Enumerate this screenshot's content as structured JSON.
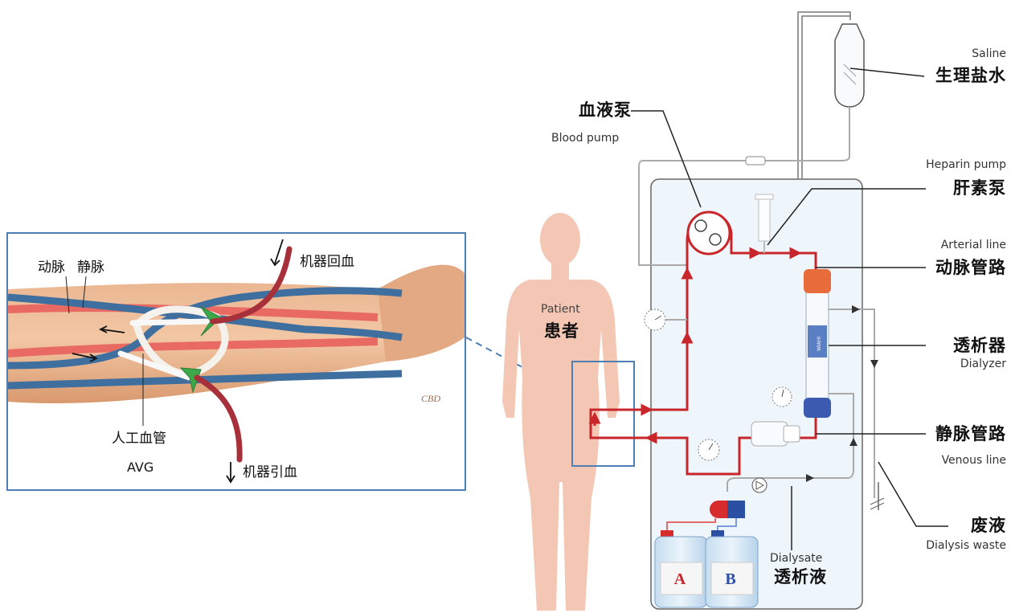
{
  "inset": {
    "artery_label": "动脉",
    "vein_label": "静脉",
    "return_label": "机器回血",
    "avg_zh": "人工血管",
    "avg_en": "AVG",
    "draw_label": "机器引血",
    "arm_mark": "CBD"
  },
  "patient": {
    "en": "Patient",
    "zh": "患者"
  },
  "blood_pump": {
    "zh": "血液泵",
    "en": "Blood pump"
  },
  "saline": {
    "en": "Saline",
    "zh": "生理盐水"
  },
  "heparin_pump": {
    "en": "Heparin pump",
    "zh": "肝素泵"
  },
  "arterial_line": {
    "en": "Arterial line",
    "zh": "动脉管路"
  },
  "dialyzer": {
    "zh": "透析器",
    "en": "Dialyzer",
    "body_text": "WIAHI"
  },
  "venous_line": {
    "zh": "静脉管路",
    "en": "Venous line"
  },
  "dialysate": {
    "en": "Dialysate",
    "zh": "透析液"
  },
  "waste": {
    "zh": "废液",
    "en": "Dialysis waste"
  },
  "jug_a": "A",
  "jug_b": "B",
  "colors": {
    "blood_line": "#c8262b",
    "vein_blue": "#3f6f9e",
    "machine_bg": "#eef6fb",
    "inset_border": "#4d7fb2",
    "patient_skin": "#f3c7b4"
  }
}
